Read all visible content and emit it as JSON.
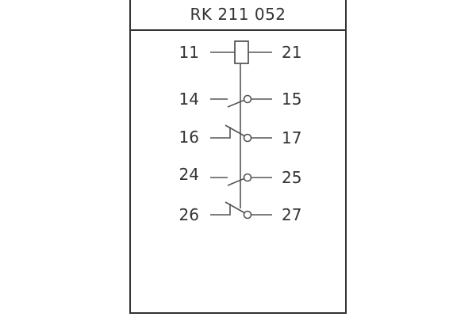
{
  "title": "RK 211 052",
  "coil": {
    "left": "11",
    "right": "21"
  },
  "contacts": [
    {
      "left": "14",
      "right": "15",
      "kind": "no"
    },
    {
      "left": "16",
      "right": "17",
      "kind": "nc"
    },
    {
      "left": "24",
      "right": "25",
      "kind": "no"
    },
    {
      "left": "26",
      "right": "27",
      "kind": "nc"
    }
  ],
  "colors": {
    "frame": "#333333",
    "wire": "#555555",
    "text": "#333333"
  }
}
